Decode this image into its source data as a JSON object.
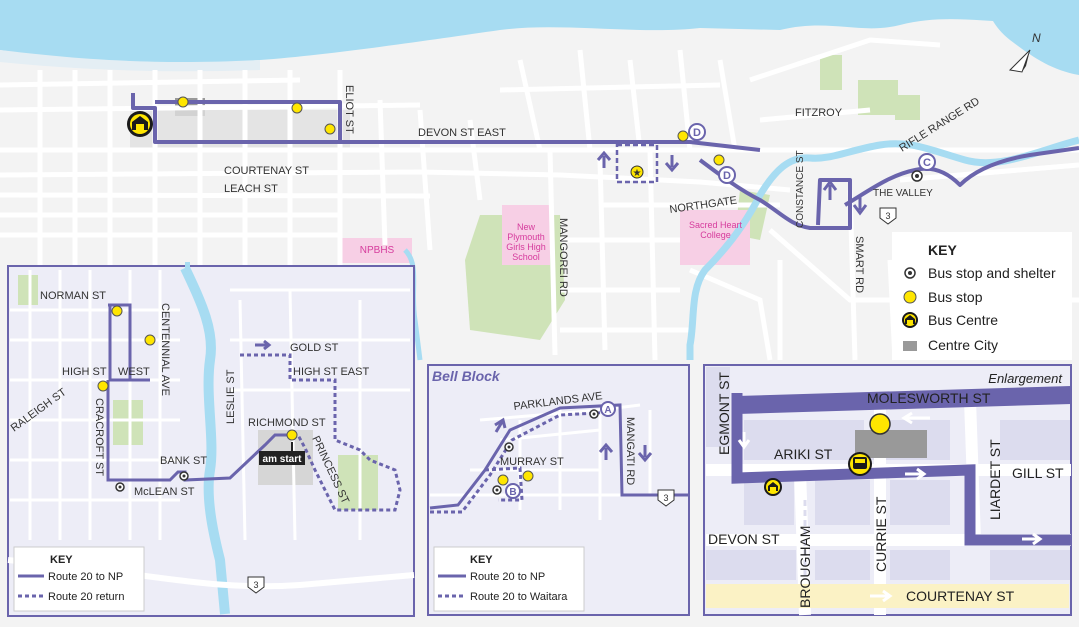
{
  "main_map": {
    "streets": {
      "devon_st_east": "DEVON ST EAST",
      "courtenay_st": "COURTENAY ST",
      "leach_st": "LEACH ST",
      "eliot_st": "ELIOT ST",
      "mangorei_rd": "MANGOREI RD",
      "northgate": "NORTHGATE",
      "constance_st": "CONSTANCE ST",
      "smart_rd": "SMART RD",
      "rifle_range_rd": "RIFLE RANGE RD",
      "fitzroy": "FITZROY",
      "the_valley": "THE VALLEY"
    },
    "places": {
      "npbhs": "NPBHS",
      "girls_high": "New Plymouth Girls High School",
      "sacred_heart": "Sacred Heart College"
    },
    "stops": {
      "d1": "D",
      "d2": "D",
      "c": "C"
    },
    "state_highway": "3",
    "north_label": "N"
  },
  "key": {
    "title": "KEY",
    "items": [
      {
        "icon": "bus-stop-shelter-icon",
        "label": "Bus stop and shelter"
      },
      {
        "icon": "bus-stop-icon",
        "label": "Bus stop"
      },
      {
        "icon": "bus-centre-icon",
        "label": "Bus Centre"
      },
      {
        "icon": "centre-city-icon",
        "label": "Centre City"
      }
    ]
  },
  "inset_left": {
    "streets": {
      "norman_st": "NORMAN ST",
      "centennial_ave": "CENTENNIAL AVE",
      "high_st": "HIGH ST",
      "west": "WEST",
      "raleigh_st": "RALEIGH ST",
      "cracroft_st": "CRACROFT ST",
      "bank_st": "BANK ST",
      "mclean_st": "McLEAN ST",
      "leslie_st": "LESLIE ST",
      "gold_st": "GOLD ST",
      "high_st_east": "HIGH ST EAST",
      "richmond_st": "RICHMOND ST",
      "princess_st": "PRINCESS ST"
    },
    "am_start": "am start",
    "state_highway": "3",
    "key": {
      "title": "KEY",
      "solid": "Route 20 to NP",
      "dashed": "Route 20 return"
    }
  },
  "inset_bell": {
    "title": "Bell Block",
    "streets": {
      "parklands_ave": "PARKLANDS AVE",
      "murray_st": "MURRAY ST",
      "mangati_rd": "MANGATI RD"
    },
    "stops": {
      "a": "A",
      "b": "B"
    },
    "state_highway": "3",
    "key": {
      "title": "KEY",
      "solid": "Route 20 to NP",
      "dashed": "Route 20 to Waitara"
    }
  },
  "inset_enlargement": {
    "title": "Enlargement",
    "streets": {
      "molesworth_st": "MOLESWORTH ST",
      "egmont_st": "EGMONT ST",
      "ariki_st": "ARIKI ST",
      "gill_st": "GILL ST",
      "liardet_st": "LIARDET ST",
      "devon_st": "DEVON ST",
      "brougham": "BROUGHAM",
      "currie_st": "CURRIE ST",
      "courtenay_st": "COURTENAY ST"
    }
  },
  "colors": {
    "route": "#6a64ac",
    "water": "#a7dcf2",
    "bus_stop": "#ffe600",
    "park": "#cfe3b8",
    "school": "#f7cfe5",
    "centre_city": "#999999"
  }
}
